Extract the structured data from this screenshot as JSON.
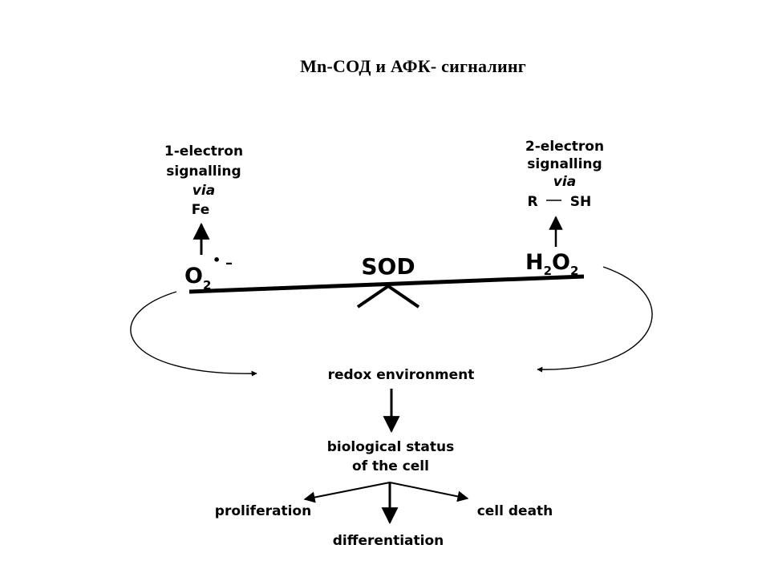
{
  "title": "Mn-СОД   и  АФК- сигналинг",
  "diagram": {
    "left_branch": {
      "line1": "1-electron",
      "line2": "signalling",
      "line3": "via",
      "line4": "Fe"
    },
    "right_branch": {
      "line1": "2-electron",
      "line2": "signalling",
      "line3": "via",
      "r_label": "R",
      "sh_label": "SH"
    },
    "superoxide": {
      "base": "O",
      "subscript": "2",
      "radical": "•",
      "charge": "–"
    },
    "enzyme_label": "SOD",
    "peroxide": {
      "h": "H",
      "h_sub": "2",
      "o": "O",
      "o_sub": "2"
    },
    "redox_environment": "redox environment",
    "biological_status_line1": "biological status",
    "biological_status_line2": "of the cell",
    "outcomes": {
      "proliferation": "proliferation",
      "differentiation": "differentiation",
      "cell_death": "cell death"
    }
  }
}
